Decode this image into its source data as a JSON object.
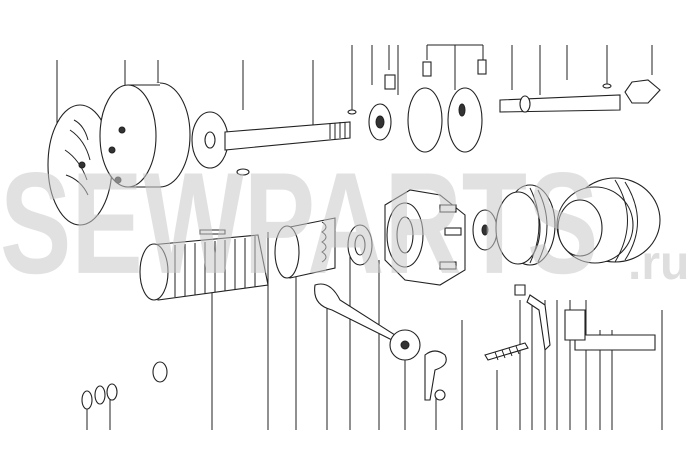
{
  "diagram": {
    "type": "exploded-parts-view",
    "watermark": {
      "text": "SEWPARTS",
      "suffix": ".ru"
    }
  }
}
